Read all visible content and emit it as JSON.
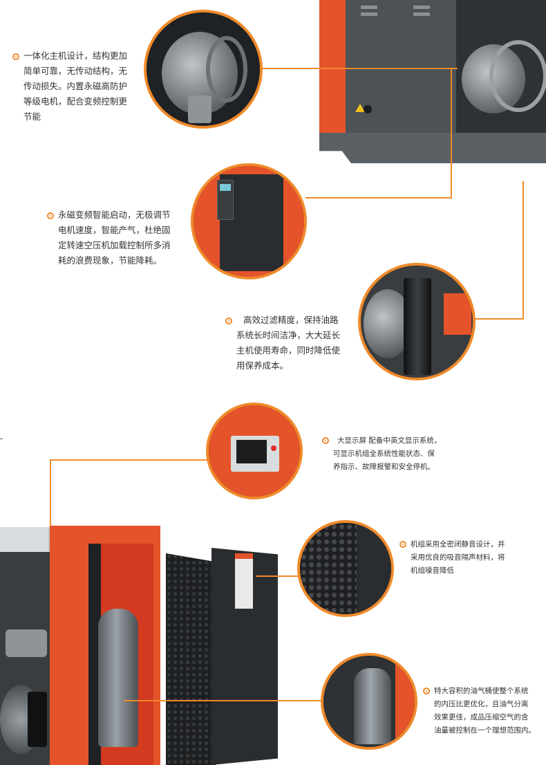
{
  "callouts": {
    "motor": {
      "lines": [
        "一体化主机设计，结构更加",
        "简单可靠，无传动结构，无",
        "传动损失。内置永磁高防护",
        "等级电机，配合变频控制更",
        "节能"
      ]
    },
    "inverter": {
      "lines": [
        "永磁变频智能启动，无极调节",
        "电机速度，智能产气，杜绝固",
        "定转速空压机加载控制所多消",
        "耗的浪费现象，节能降耗。"
      ]
    },
    "filter": {
      "lines": [
        "高效过滤精度，保持油路",
        "系统长时间洁净，大大延长",
        "主机使用寿命，同时降低使",
        "用保养成本。"
      ]
    },
    "display": {
      "lines": [
        "大显示屏 配备中英文显示系统，",
        "可显示机组全系统性能状态、保",
        "养指示、故障报警和安全停机。"
      ]
    },
    "noise": {
      "lines": [
        "机组采用全密闭静音设计，并",
        "采用优良的吸音隔声材料，将",
        "机组噪音降低"
      ]
    },
    "tank": {
      "lines": [
        "特大容积的油气桶使整个系统",
        "的内压比更优化，且油气分离",
        "效果更佳，成品压缩空气的含",
        "油量被控制在一个理想范围内。"
      ]
    }
  },
  "colors": {
    "accent": "#f08a2a",
    "machine_orange": "#e5532a",
    "machine_gray": "#4d5256"
  },
  "icons": [
    "bullet-circle-icon",
    "warning-triangle-icon"
  ]
}
